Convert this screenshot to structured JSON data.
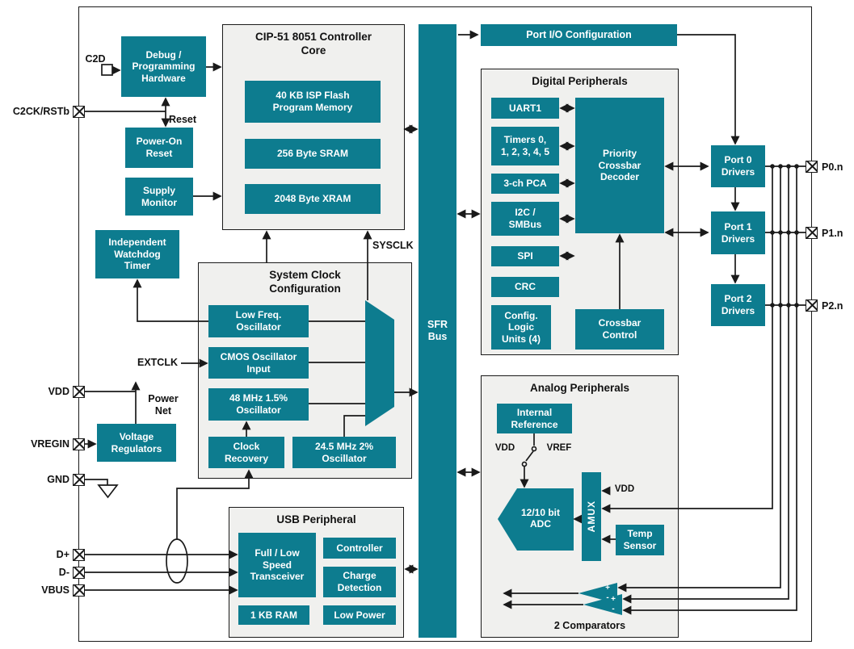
{
  "colors": {
    "block": "#0d7c8f",
    "panel": "#f0f0ee",
    "line": "#1a1a1a"
  },
  "pins_left": [
    {
      "label": "C2CK/RSTb"
    },
    {
      "label": "VDD"
    },
    {
      "label": "VREGIN"
    },
    {
      "label": "GND"
    },
    {
      "label": "D+"
    },
    {
      "label": "D-"
    },
    {
      "label": "VBUS"
    }
  ],
  "pins_right": [
    {
      "label": "P0.n"
    },
    {
      "label": "P1.n"
    },
    {
      "label": "P2.n"
    }
  ],
  "groups": {
    "core": {
      "title": "CIP-51 8051 Controller\nCore"
    },
    "clock": {
      "title": "System Clock\nConfiguration"
    },
    "usb": {
      "title": "USB Peripheral"
    },
    "digital": {
      "title": "Digital Peripherals"
    },
    "analog": {
      "title": "Analog Peripherals"
    }
  },
  "blocks": {
    "debug": "Debug /\nProgramming\nHardware",
    "power_on_reset": "Power-On\nReset",
    "supply_monitor": "Supply\nMonitor",
    "watchdog": "Independent\nWatchdog\nTimer",
    "voltage_regulators": "Voltage\nRegulators",
    "flash": "40 KB ISP Flash\nProgram Memory",
    "sram": "256 Byte SRAM",
    "xram": "2048 Byte XRAM",
    "low_freq_osc": "Low Freq.\nOscillator",
    "cmos_osc_input": "CMOS Oscillator\nInput",
    "osc_48mhz": "48 MHz 1.5%\nOscillator",
    "clock_recovery": "Clock\nRecovery",
    "osc_245mhz": "24.5 MHz 2%\nOscillator",
    "usb_transceiver": "Full / Low\nSpeed\nTransceiver",
    "usb_controller": "Controller",
    "charge_detection": "Charge\nDetection",
    "usb_ram": "1 KB RAM",
    "low_power": "Low Power",
    "sfr_bus": "SFR\nBus",
    "port_io_config": "Port I/O Configuration",
    "uart1": "UART1",
    "timers": "Timers 0,\n1, 2, 3, 4, 5",
    "pca": "3-ch PCA",
    "i2c_smbus": "I2C /\nSMBus",
    "spi": "SPI",
    "crc": "CRC",
    "config_logic_units": "Config.\nLogic\nUnits (4)",
    "crossbar_decoder": "Priority\nCrossbar\nDecoder",
    "crossbar_control": "Crossbar\nControl",
    "port0_drivers": "Port 0\nDrivers",
    "port1_drivers": "Port 1\nDrivers",
    "port2_drivers": "Port 2\nDrivers",
    "internal_reference": "Internal\nReference",
    "adc": "12/10 bit\nADC",
    "amux": "AMUX",
    "temp_sensor": "Temp\nSensor"
  },
  "labels": {
    "c2d": "C2D",
    "reset": "Reset",
    "extclk": "EXTCLK",
    "power_net": "Power\nNet",
    "sysclk": "SYSCLK",
    "vdd_switch": "VDD",
    "vref_switch": "VREF",
    "vdd_amux": "VDD",
    "comparators": "2 Comparators",
    "comp_plus": "+",
    "comp_minus": "-"
  }
}
